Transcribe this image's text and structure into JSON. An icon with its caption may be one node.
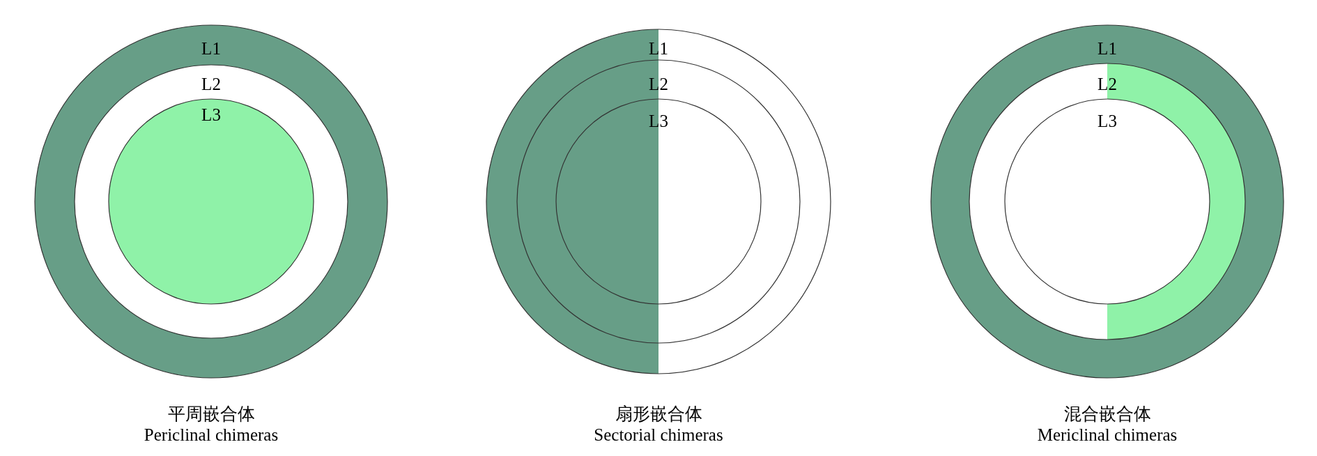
{
  "diagram": {
    "nodes": [
      {
        "text": [
          "L1"
        ],
        "beside": [
          "平周嵌合体",
          "Periclinal chimeras"
        ]
      },
      {
        "text": [
          "L2"
        ],
        "in": 0
      },
      {
        "text": [
          "L3"
        ],
        "in": 1
      },
      {
        "text": [
          "L1"
        ],
        "beside": [
          "扇形嵌合体",
          "Sectorial chimeras"
        ]
      },
      {
        "text": [
          "L2"
        ],
        "in": 3
      },
      {
        "text": [
          "L3"
        ],
        "in": 4
      },
      {
        "text": [
          "L1"
        ],
        "beside": [
          "混合嵌合体",
          "Mericlinal chimeras"
        ]
      },
      {
        "text": [
          "L2"
        ],
        "in": 6
      },
      {
        "text": [
          "L3"
        ],
        "in": 7
      }
    ]
  }
}
